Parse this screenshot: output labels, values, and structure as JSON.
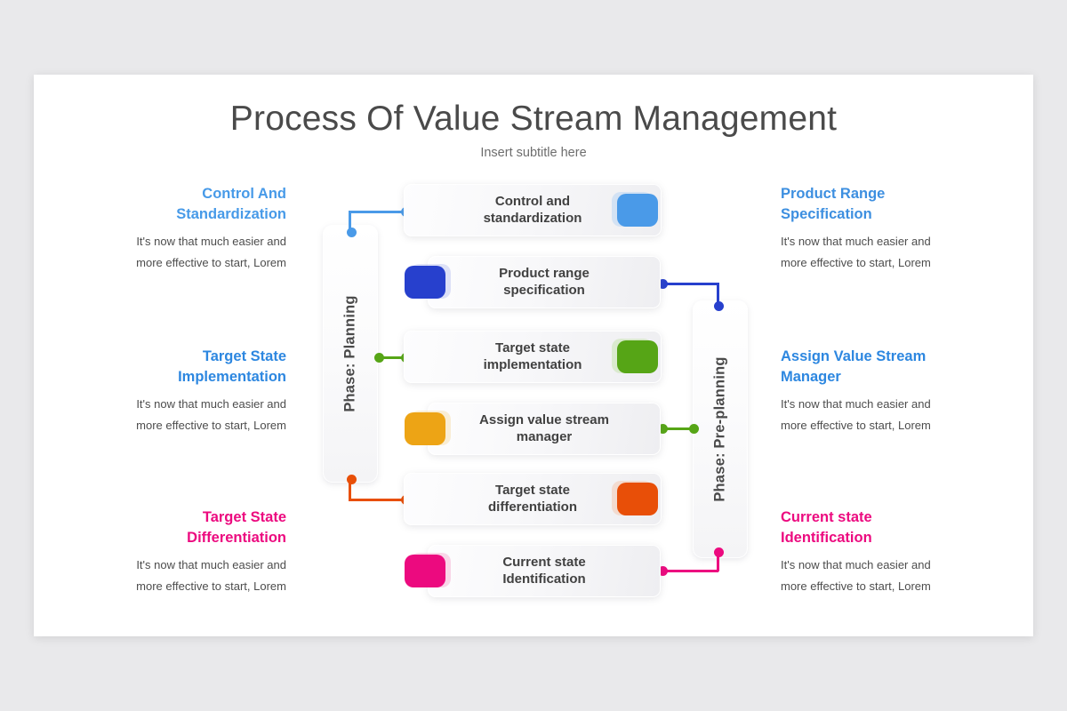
{
  "header": {
    "title": "Process Of Value Stream Management",
    "subtitle": "Insert subtitle here"
  },
  "colors": {
    "background": "#e9e9eb",
    "card": "#ffffff",
    "title_text": "#4a4a4a",
    "body_text": "#4d4d4d",
    "light_blue": "#4a9ae8",
    "dark_blue": "#2740cd",
    "green": "#56a516",
    "amber": "#eda415",
    "red_orange": "#e84f08",
    "magenta": "#ec0a7f"
  },
  "phases": [
    {
      "label": "Phase: Planning",
      "name": "phase-planning"
    },
    {
      "label": "Phase: Pre-planning",
      "name": "phase-pre-planning"
    }
  ],
  "steps": [
    {
      "id": 1,
      "bar_label": "Control  and\nstandardization",
      "badge_side": "right",
      "color": "#4a9ae8",
      "back_color": "#a9cdf3",
      "side": "left",
      "heading": "Control And Standardization",
      "heading_color": "#479ae8",
      "body": "It's now that much easier and more effective to start, Lorem"
    },
    {
      "id": 2,
      "bar_label": "Product  range\nspecification",
      "badge_side": "left",
      "color": "#2740cd",
      "back_color": "#b2bdee",
      "side": "right",
      "heading": "Product Range Specification",
      "heading_color": "#3d8fe0",
      "body": "It's now that much easier and more effective to start, Lorem"
    },
    {
      "id": 3,
      "bar_label": "Target state\nimplementation",
      "badge_side": "right",
      "color": "#56a516",
      "back_color": "#bbdf99",
      "side": "left",
      "heading": "Target State Implementation",
      "heading_color": "#2d87e0",
      "body": "It's now that much easier and more effective to start, Lorem"
    },
    {
      "id": 4,
      "bar_label": "Assign value stream\nmanager",
      "badge_side": "left",
      "color": "#eda415",
      "back_color": "#f5d89a",
      "side": "right",
      "heading": "Assign Value Stream Manager",
      "heading_color": "#2d87e0",
      "body": "It's now that much easier and more effective to start, Lorem"
    },
    {
      "id": 5,
      "bar_label": "Target state\ndifferentiation",
      "badge_side": "right",
      "color": "#e84f08",
      "back_color": "#f6bd9a",
      "side": "left",
      "heading": "Target State Differentiation",
      "heading_color": "#ec0a7f",
      "body": "It's now that much easier and more effective to start, Lorem"
    },
    {
      "id": 6,
      "bar_label": "Current  state\nIdentification",
      "badge_side": "left",
      "color": "#ec0a7f",
      "back_color": "#f6a2cb",
      "side": "right",
      "heading": "Current state Identification",
      "heading_color": "#ec0a7f",
      "body": "It's now that much easier and more effective to start, Lorem"
    }
  ],
  "connectors": [
    {
      "name": "connector-control-standardization",
      "color": "#4a9ae8"
    },
    {
      "name": "connector-product-range-specification",
      "color": "#2740cd"
    },
    {
      "name": "connector-target-state-implementation",
      "color": "#56a516"
    },
    {
      "name": "connector-assign-value-stream-manager",
      "color": "#56a516"
    },
    {
      "name": "connector-target-state-differentiation",
      "color": "#e84f08"
    },
    {
      "name": "connector-current-state-identification",
      "color": "#ec0a7f"
    }
  ]
}
